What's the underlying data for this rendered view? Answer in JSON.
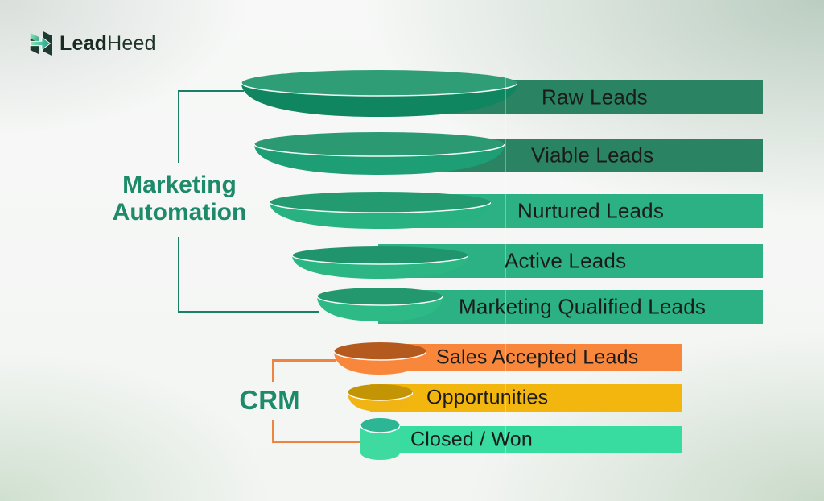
{
  "logo": {
    "brand_bold": "Lead",
    "brand_light": "Heed",
    "icon": "leadheed-arrow-h-icon"
  },
  "sections": [
    {
      "id": "marketing_automation",
      "label": "Marketing Automation",
      "label_lines": [
        "Marketing",
        "Automation"
      ],
      "label_color": "#1d8a69",
      "bracket_color": "#1c7e66"
    },
    {
      "id": "crm",
      "label": "CRM",
      "label_color": "#1d8a69",
      "bracket_color": "#ef8440"
    }
  ],
  "funnel": {
    "type": "lead-funnel",
    "stages": [
      {
        "label": "Raw Leads",
        "section": "Marketing Automation",
        "bar_color": "#2a8464",
        "disk_top_color": "#2f9e77",
        "disk_body_color": "#0f8560"
      },
      {
        "label": "Viable Leads",
        "section": "Marketing Automation",
        "bar_color": "#2a8464",
        "disk_top_color": "#2b9a73",
        "disk_body_color": "#1d9e74"
      },
      {
        "label": "Nurtured Leads",
        "section": "Marketing Automation",
        "bar_color": "#2bb183",
        "disk_top_color": "#249a71",
        "disk_body_color": "#28b181"
      },
      {
        "label": "Active Leads",
        "section": "Marketing Automation",
        "bar_color": "#2bb183",
        "disk_top_color": "#20956d",
        "disk_body_color": "#2cb684"
      },
      {
        "label": "Marketing Qualified Leads",
        "section": "Marketing Automation",
        "bar_color": "#2bb183",
        "disk_top_color": "#23986f",
        "disk_body_color": "#2eba86"
      },
      {
        "label": "Sales Accepted Leads",
        "section": "CRM",
        "bar_color": "#f8873c",
        "disk_top_color": "#b45a1e",
        "disk_body_color": "#f8873c"
      },
      {
        "label": "Opportunities",
        "section": "CRM",
        "bar_color": "#f2b60f",
        "disk_top_color": "#c39404",
        "disk_body_color": "#f0b414"
      },
      {
        "label": "Closed / Won",
        "section": "CRM",
        "bar_color": "#38dba0",
        "disk_top_color": "#2db694",
        "disk_body_color": "#3eda9f"
      }
    ]
  },
  "label_text_color": "#1b1b1b"
}
